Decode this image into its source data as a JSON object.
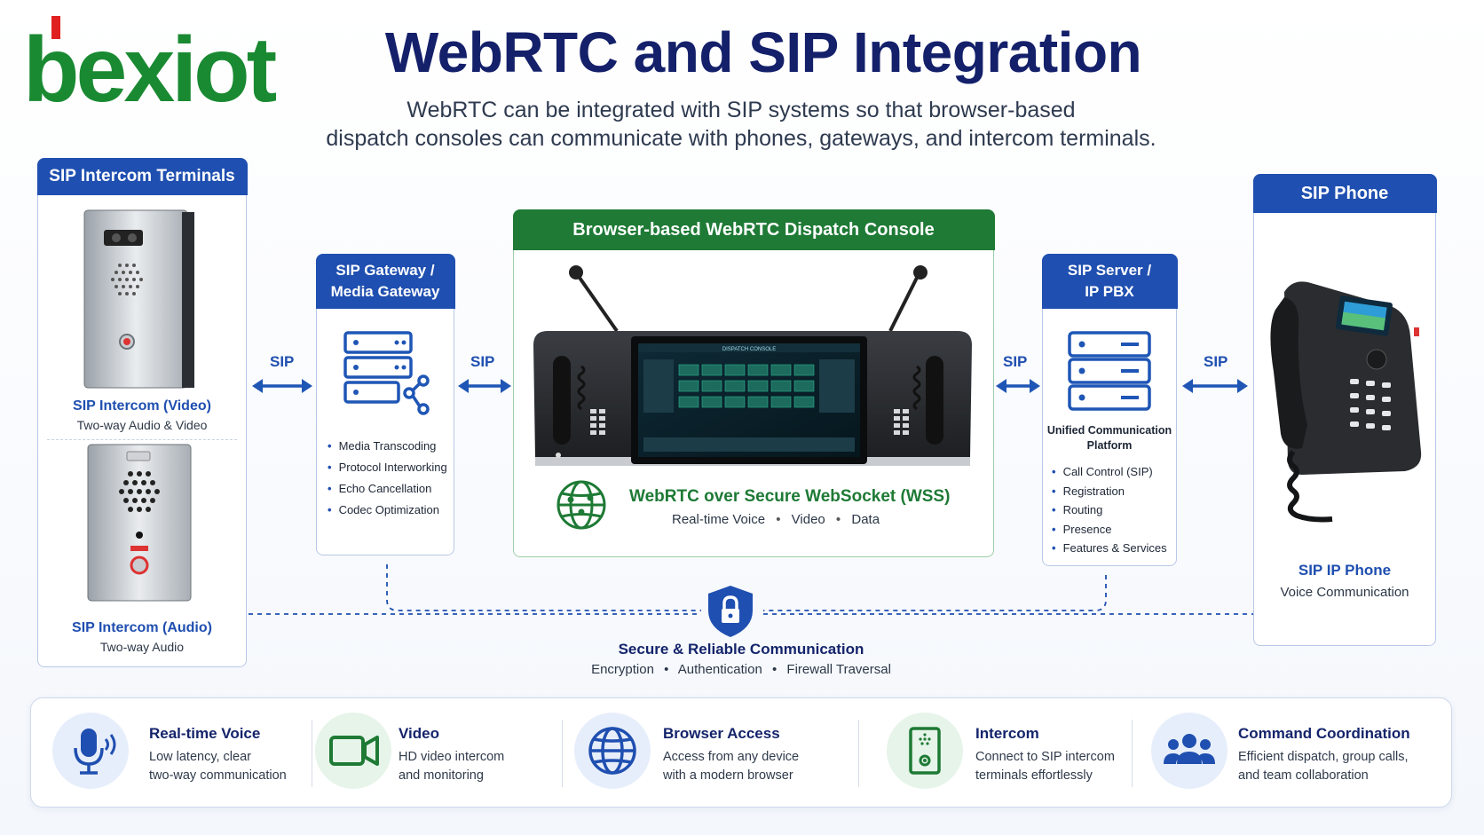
{
  "brand": {
    "logo_text": "bexiot",
    "green": "#1a8a32",
    "red": "#e02020"
  },
  "header": {
    "title": "WebRTC and SIP Integration",
    "subtitle_line1": "WebRTC can be integrated with SIP systems so that browser-based",
    "subtitle_line2": "dispatch consoles can communicate with phones, gateways, and intercom terminals."
  },
  "intercom_panel": {
    "title": "SIP Intercom Terminals",
    "video_label": "SIP Intercom (Video)",
    "video_sub": "Two-way Audio & Video",
    "audio_label": "SIP Intercom (Audio)",
    "audio_sub": "Two-way Audio"
  },
  "gateway_panel": {
    "title_line1": "SIP Gateway /",
    "title_line2": "Media Gateway",
    "icon": "server-share-icon",
    "items": [
      "Media Transcoding",
      "Protocol Interworking",
      "Echo Cancellation",
      "Codec Optimization"
    ]
  },
  "console_panel": {
    "title": "Browser-based WebRTC Dispatch Console",
    "screen_title": "DISPATCH CONSOLE",
    "wss_title": "WebRTC over Secure WebSocket (WSS)",
    "wss_items": [
      "Real-time Voice",
      "Video",
      "Data"
    ],
    "wss_sep": "•"
  },
  "server_panel": {
    "title_line1": "SIP Server /",
    "title_line2": "IP PBX",
    "platform_line1": "Unified Communication",
    "platform_line2": "Platform",
    "items": [
      "Call Control (SIP)",
      "Registration",
      "Routing",
      "Presence",
      "Features & Services"
    ]
  },
  "phone_panel": {
    "title": "SIP Phone",
    "label": "SIP IP Phone",
    "sub": "Voice Communication"
  },
  "links": {
    "sip1": "SIP",
    "sip2": "SIP",
    "sip3": "SIP",
    "sip4": "SIP"
  },
  "secure": {
    "title": "Secure & Reliable Communication",
    "items": [
      "Encryption",
      "Authentication",
      "Firewall Traversal"
    ],
    "sep": "•"
  },
  "features": [
    {
      "title": "Real-time Voice",
      "desc1": "Low latency, clear",
      "desc2": "two-way communication",
      "icon": "microphone-icon"
    },
    {
      "title": "Video",
      "desc1": "HD video intercom",
      "desc2": "and monitoring",
      "icon": "video-camera-icon"
    },
    {
      "title": "Browser Access",
      "desc1": "Access from any device",
      "desc2": "with a modern browser",
      "icon": "globe-icon"
    },
    {
      "title": "Intercom",
      "desc1": "Connect to SIP intercom",
      "desc2": "terminals effortlessly",
      "icon": "intercom-device-icon"
    },
    {
      "title": "Command Coordination",
      "desc1": "Efficient dispatch, group calls,",
      "desc2": "and team collaboration",
      "icon": "team-icon"
    }
  ],
  "colors": {
    "navy": "#14206a",
    "blue": "#1f4fb0",
    "green": "#1e7a35"
  }
}
